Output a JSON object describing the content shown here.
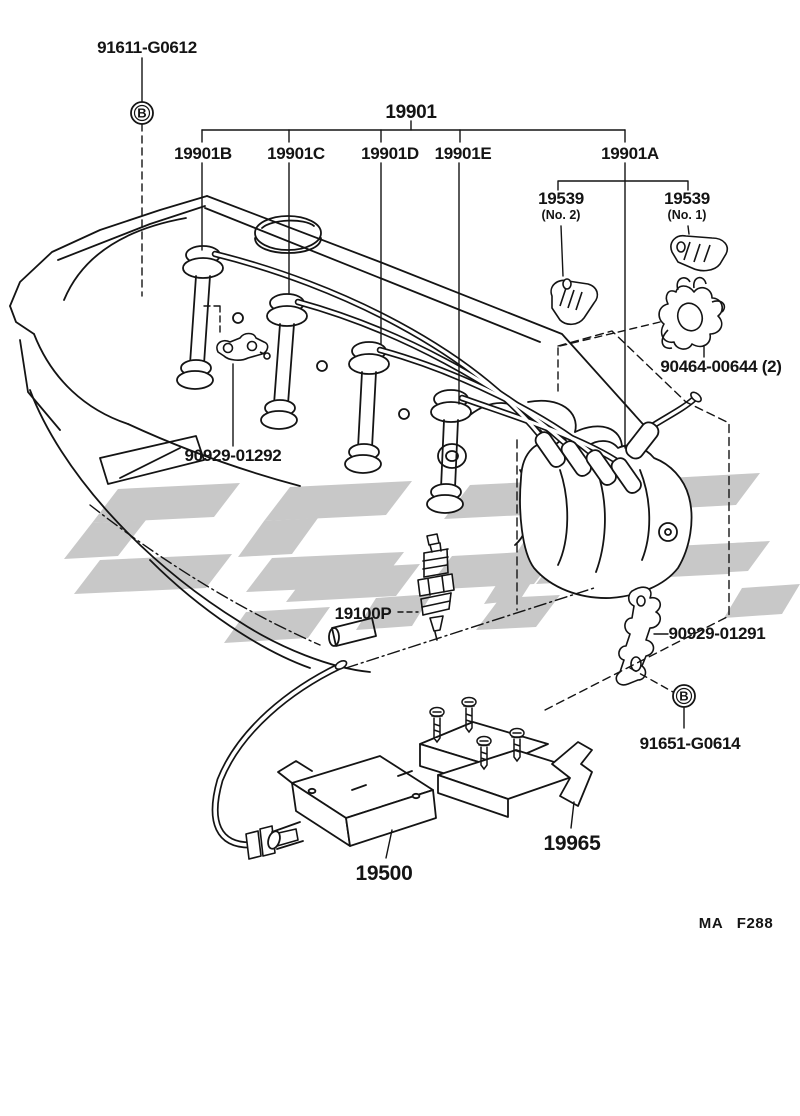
{
  "colors": {
    "background": "#ffffff",
    "line": "#141414",
    "watermark": "#c8c8c8"
  },
  "labels": {
    "bolt_91611": "91611-G0612",
    "wire_set": "19901",
    "wire_b": "19901B",
    "wire_c": "19901C",
    "wire_d": "19901D",
    "wire_e": "19901E",
    "wire_a": "19901A",
    "clamp_19539_no2": "19539",
    "clamp_19539_no2_sub": "(No. 2)",
    "clamp_19539_no1": "19539",
    "clamp_19539_no1_sub": "(No. 1)",
    "grommet_90464": "90464-00644 (2)",
    "clamp_90929_01292": "90929-01292",
    "spark_plug_19100p": "19100P",
    "bracket_90929_01291": "90929-01291",
    "bolt_91651": "91651-G0614",
    "coil_19500": "19500",
    "bracket_19965": "19965",
    "marker_b": "B",
    "footer_left": "MA",
    "footer_right": "F288"
  }
}
